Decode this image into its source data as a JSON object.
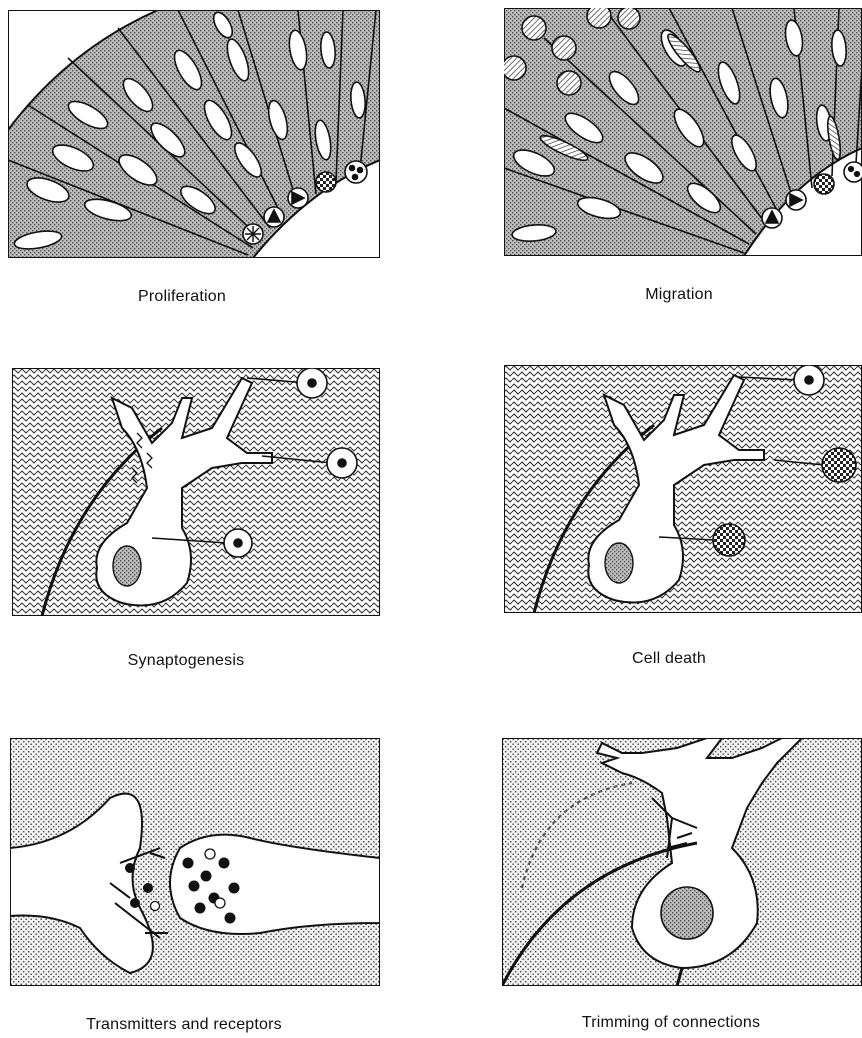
{
  "panels": [
    {
      "id": "proliferation",
      "caption": "Proliferation"
    },
    {
      "id": "migration",
      "caption": "Migration"
    },
    {
      "id": "synaptogenesis",
      "caption": "Synaptogenesis"
    },
    {
      "id": "cell-death",
      "caption": "Cell death"
    },
    {
      "id": "transmitters-receptors",
      "caption": "Transmitters and receptors"
    },
    {
      "id": "trimming",
      "caption": "Trimming of connections"
    }
  ]
}
